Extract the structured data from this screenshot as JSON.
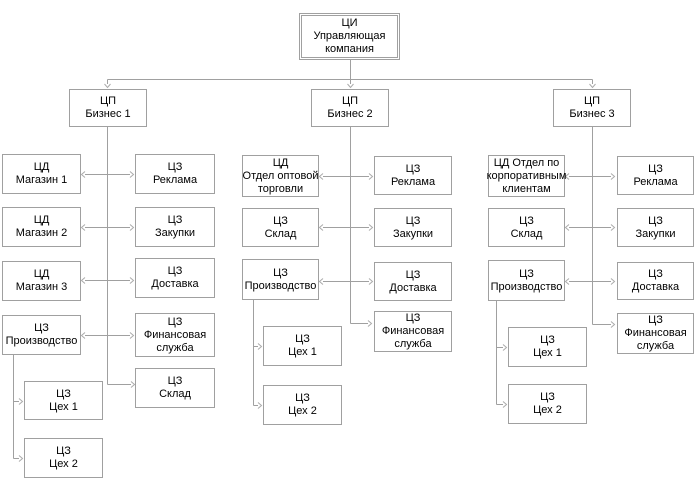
{
  "diagram": {
    "type": "org-chart",
    "colors": {
      "line": "#a0a0a0",
      "arrowhead": "#ababab",
      "box_border": "#a0a0a0",
      "box_fill": "#ffffff",
      "text": "#000000",
      "background": "#ffffff"
    }
  },
  "nodes": {
    "root": [
      "ЦИ",
      "Управляющая",
      "компания"
    ],
    "b1": [
      "ЦП",
      "Бизнес 1"
    ],
    "b2": [
      "ЦП",
      "Бизнес 2"
    ],
    "b3": [
      "ЦП",
      "Бизнес 3"
    ],
    "b1_shop1": [
      "ЦД",
      "Магазин 1"
    ],
    "b1_shop2": [
      "ЦД",
      "Магазин 2"
    ],
    "b1_shop3": [
      "ЦД",
      "Магазин 3"
    ],
    "b1_prod": [
      "ЦЗ",
      "Производство"
    ],
    "b1_ads": [
      "ЦЗ",
      "Реклама"
    ],
    "b1_purch": [
      "ЦЗ",
      "Закупки"
    ],
    "b1_deliv": [
      "ЦЗ",
      "Доставка"
    ],
    "b1_fin": [
      "ЦЗ",
      "Финансовая",
      "служба"
    ],
    "b1_wh": [
      "ЦЗ",
      "Склад"
    ],
    "b1_ceh1": [
      "ЦЗ",
      "Цех 1"
    ],
    "b1_ceh2": [
      "ЦЗ",
      "Цех 2"
    ],
    "b2_dept": [
      "ЦД",
      "Отдел оптовой",
      "торговли"
    ],
    "b2_wh": [
      "ЦЗ",
      "Склад"
    ],
    "b2_prod": [
      "ЦЗ",
      "Производство"
    ],
    "b2_ads": [
      "ЦЗ",
      "Реклама"
    ],
    "b2_purch": [
      "ЦЗ",
      "Закупки"
    ],
    "b2_deliv": [
      "ЦЗ",
      "Доставка"
    ],
    "b2_fin": [
      "ЦЗ",
      "Финансовая",
      "служба"
    ],
    "b2_ceh1": [
      "ЦЗ",
      "Цех 1"
    ],
    "b2_ceh2": [
      "ЦЗ",
      "Цех 2"
    ],
    "b3_dept": [
      "ЦД Отдел по",
      "корпоративным",
      "клиентам"
    ],
    "b3_wh": [
      "ЦЗ",
      "Склад"
    ],
    "b3_prod": [
      "ЦЗ",
      "Производство"
    ],
    "b3_ads": [
      "ЦЗ",
      "Реклама"
    ],
    "b3_purch": [
      "ЦЗ",
      "Закупки"
    ],
    "b3_deliv": [
      "ЦЗ",
      "Доставка"
    ],
    "b3_fin": [
      "ЦЗ",
      "Финансовая",
      "служба"
    ],
    "b3_ceh1": [
      "ЦЗ",
      "Цех 1"
    ],
    "b3_ceh2": [
      "ЦЗ",
      "Цех 2"
    ]
  },
  "edges": [
    {
      "from": "root",
      "to": "b1",
      "arrow": "one-way"
    },
    {
      "from": "root",
      "to": "b2",
      "arrow": "one-way"
    },
    {
      "from": "root",
      "to": "b3",
      "arrow": "one-way"
    },
    {
      "from": "b1_shop1",
      "to": "b1_ads",
      "arrow": "two-way"
    },
    {
      "from": "b1_shop2",
      "to": "b1_purch",
      "arrow": "two-way"
    },
    {
      "from": "b1_shop3",
      "to": "b1_deliv",
      "arrow": "two-way"
    },
    {
      "from": "b1_prod",
      "to": "b1_fin",
      "arrow": "two-way"
    },
    {
      "from": "b1",
      "to": "b1_wh",
      "arrow": "one-way"
    },
    {
      "from": "b1_prod",
      "to": "b1_ceh1",
      "arrow": "one-way"
    },
    {
      "from": "b1_prod",
      "to": "b1_ceh2",
      "arrow": "one-way"
    },
    {
      "from": "b2_dept",
      "to": "b2_ads",
      "arrow": "two-way"
    },
    {
      "from": "b2_wh",
      "to": "b2_purch",
      "arrow": "two-way"
    },
    {
      "from": "b2_prod",
      "to": "b2_deliv",
      "arrow": "two-way"
    },
    {
      "from": "b2",
      "to": "b2_fin",
      "arrow": "one-way"
    },
    {
      "from": "b2_prod",
      "to": "b2_ceh1",
      "arrow": "one-way"
    },
    {
      "from": "b2_prod",
      "to": "b2_ceh2",
      "arrow": "one-way"
    },
    {
      "from": "b3_dept",
      "to": "b3_ads",
      "arrow": "two-way"
    },
    {
      "from": "b3_wh",
      "to": "b3_purch",
      "arrow": "two-way"
    },
    {
      "from": "b3_prod",
      "to": "b3_deliv",
      "arrow": "two-way"
    },
    {
      "from": "b3",
      "to": "b3_fin",
      "arrow": "one-way"
    },
    {
      "from": "b3_prod",
      "to": "b3_ceh1",
      "arrow": "one-way"
    },
    {
      "from": "b3_prod",
      "to": "b3_ceh2",
      "arrow": "one-way"
    }
  ]
}
